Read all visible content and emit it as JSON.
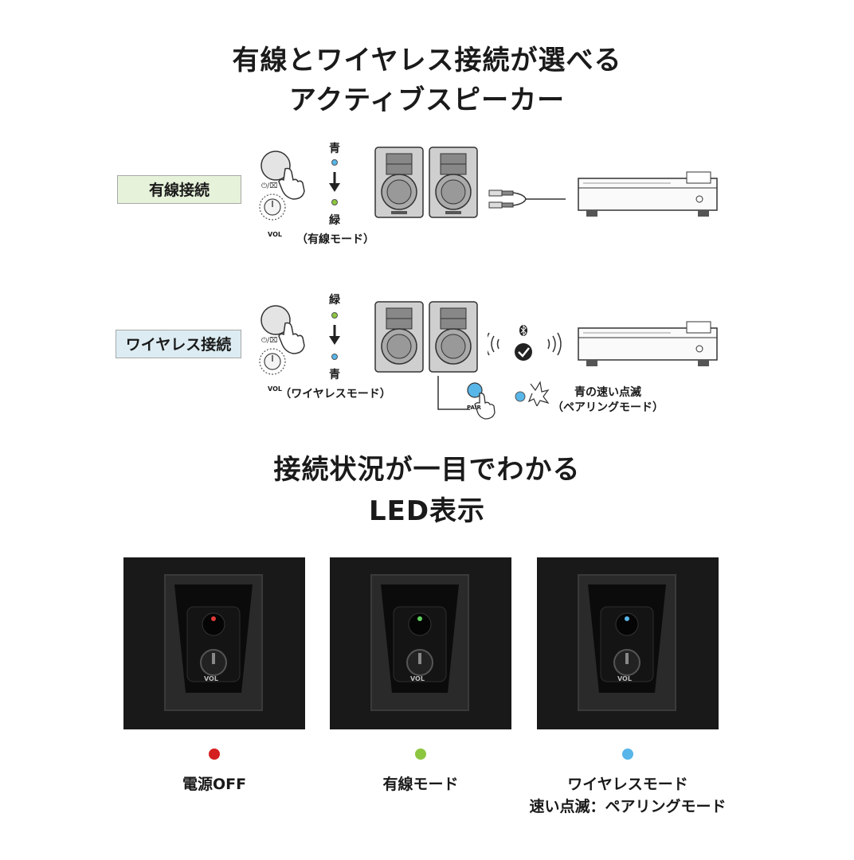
{
  "headline": {
    "line1": "有線とワイヤレス接続が選べる",
    "line2": "アクティブスピーカー"
  },
  "wired": {
    "tag": "有線接続",
    "tag_bg": "#e6f2da",
    "color_top": "青",
    "color_bottom": "緑",
    "mode_label": "（有線モード）",
    "vol_label": "VOL"
  },
  "wireless": {
    "tag": "ワイヤレス接続",
    "tag_bg": "#dcecf2",
    "color_top": "緑",
    "color_bottom": "青",
    "mode_label": "（ワイヤレスモード）",
    "vol_label": "VOL",
    "pair_label": "PAIR",
    "blink_line1": "青の速い点滅",
    "blink_line2": "（ペアリングモード）"
  },
  "section2": {
    "line1": "接続状況が一目でわかる",
    "line2": "LED表示"
  },
  "panels": [
    {
      "led_color": "#e03a3a",
      "label": "電源OFF",
      "sublabel": ""
    },
    {
      "led_color": "#5fcf5f",
      "label": "有線モード",
      "sublabel": ""
    },
    {
      "led_color": "#58b6e8",
      "label": "ワイヤレスモード",
      "sublabel": "速い点滅：ペアリングモード"
    }
  ],
  "panel_vol_label": "VOL",
  "colors": {
    "blue_led": "#58b6e8",
    "green_led": "#8cc63f",
    "red_led": "#d42020"
  }
}
